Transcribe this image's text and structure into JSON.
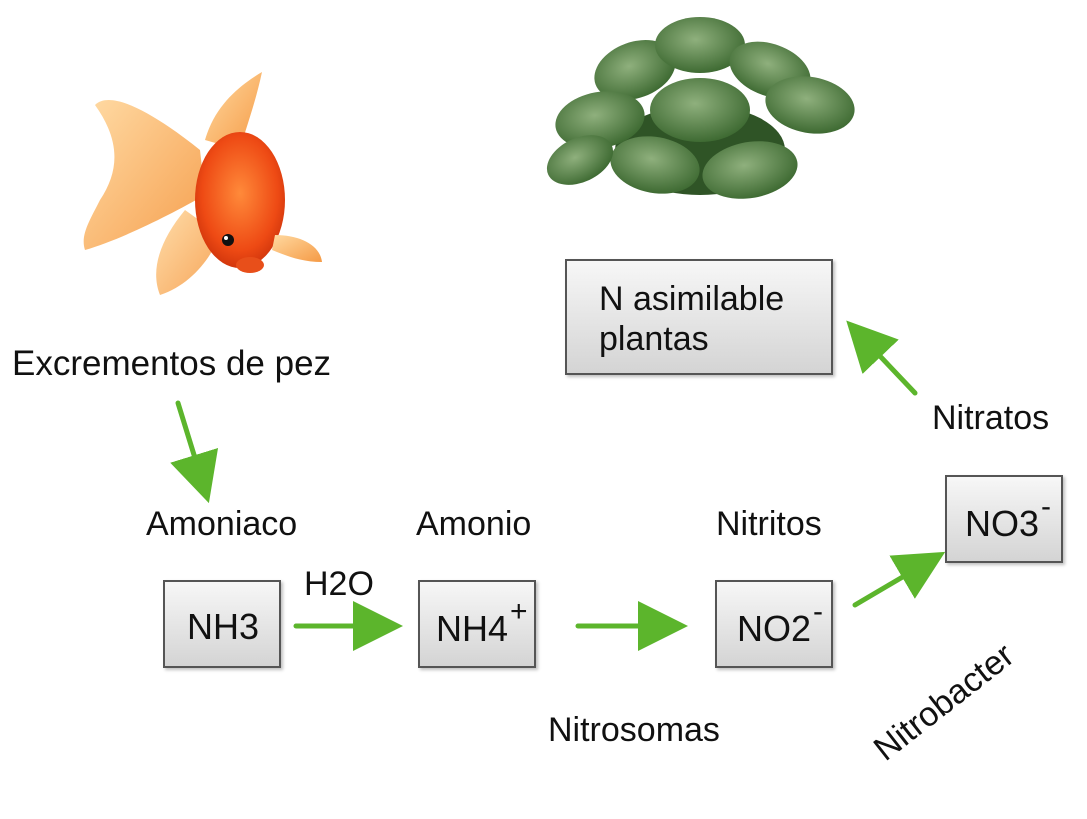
{
  "labels": {
    "fish_waste": "Excrementos de pez",
    "ammonia": "Amoniaco",
    "ammonium": "Amonio",
    "nitrites": "Nitritos",
    "nitrates": "Nitratos",
    "water": "H2O",
    "nitrosomas": "Nitrosomas",
    "nitrobacter": "Nitrobacter"
  },
  "boxes": {
    "nh3": {
      "formula": "NH3",
      "charge": ""
    },
    "nh4": {
      "formula": "NH4",
      "charge": "+"
    },
    "no2": {
      "formula": "NO2",
      "charge": "-"
    },
    "no3": {
      "formula": "NO3",
      "charge": "-"
    },
    "plant_n": {
      "line1": "N asimilable",
      "line2": "plantas"
    }
  },
  "colors": {
    "arrow": "#5cb52c",
    "fish": "#f26a1b",
    "plant": "#4d7a3a"
  },
  "icons": [
    "goldfish-illustration",
    "plant-illustration"
  ]
}
